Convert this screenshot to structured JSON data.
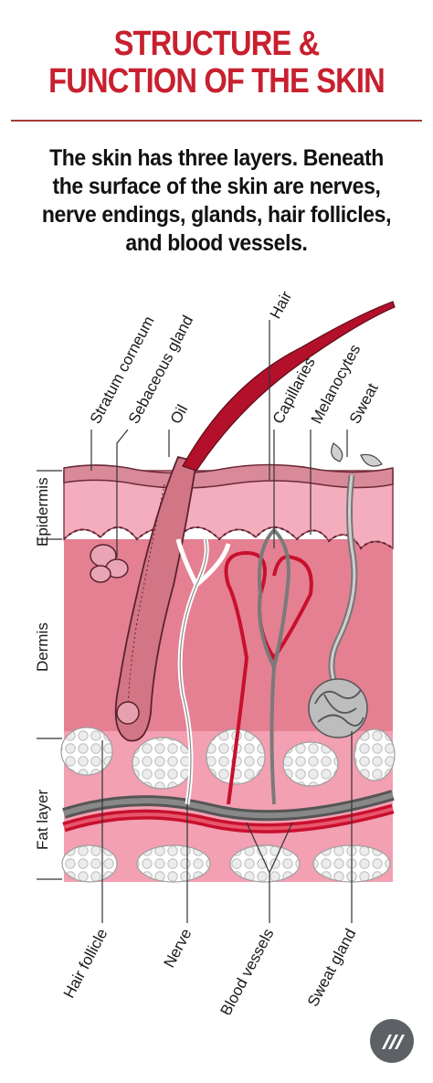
{
  "title": {
    "line1": "STRUCTURE &",
    "line2": "FUNCTION OF THE SKIN"
  },
  "intro": {
    "line1": "The skin has three layers. Beneath",
    "line2": "the surface of the skin are nerves,",
    "line3": "nerve endings, glands, hair follicles,",
    "line4": "and blood vessels."
  },
  "layers": {
    "epidermis": "Epidermis",
    "dermis": "Dermis",
    "fat": "Fat layer"
  },
  "top_labels": {
    "stratum": "Stratum corneum",
    "sebaceous": "Sebaceous gland",
    "oil": "Oil",
    "hair": "Hair",
    "capillaries": "Capillaries",
    "melanocytes": "Melanocytes",
    "sweat": "Sweat"
  },
  "bottom_labels": {
    "follicle": "Hair follicle",
    "nerve": "Nerve",
    "vessels": "Blood vessels",
    "sweat_gland": "Sweat gland"
  },
  "colors": {
    "title": "#c8202f",
    "dermis": "#e07a8d",
    "epidermis": "#f3aabb",
    "vessel": "#c8102e",
    "fat": "#e6e6e6"
  },
  "badge_icon": "logo-icon"
}
